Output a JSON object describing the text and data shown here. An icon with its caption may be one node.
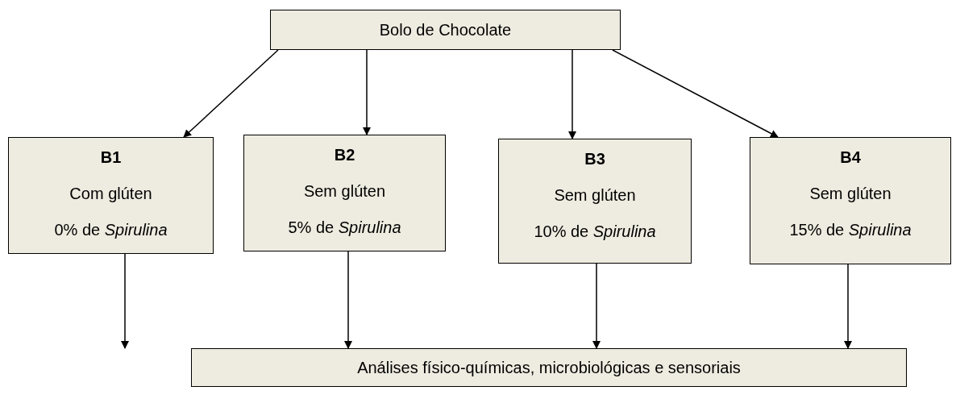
{
  "diagram": {
    "nodes": [
      {
        "text": [
          "Bolo de Chocolate"
        ]
      },
      {
        "text": [
          "B1",
          "Com glúten",
          "0% de *Spirulina*"
        ]
      },
      {
        "text": [
          "B2",
          "Sem glúten",
          "5% de *Spirulina*"
        ]
      },
      {
        "text": [
          "B3",
          "Sem glúten",
          "10% de *Spirulina*"
        ]
      },
      {
        "text": [
          "B4",
          "Sem glúten",
          "15% de *Spirulina*"
        ]
      },
      {
        "text": [
          "Análises físico-químicas, microbiológicas e sensoriais"
        ]
      }
    ],
    "edges": [
      {
        "from": 0,
        "to": 1,
        "arrow": "to"
      },
      {
        "from": 0,
        "to": 2,
        "arrow": "to"
      },
      {
        "from": 0,
        "to": 3,
        "arrow": "to"
      },
      {
        "from": 0,
        "to": 4,
        "arrow": "to"
      },
      {
        "from": 1,
        "to": 5,
        "arrow": "to"
      },
      {
        "from": 2,
        "to": 5,
        "arrow": "to"
      },
      {
        "from": 3,
        "to": 5,
        "arrow": "to"
      },
      {
        "from": 4,
        "to": 5,
        "arrow": "to"
      }
    ]
  }
}
